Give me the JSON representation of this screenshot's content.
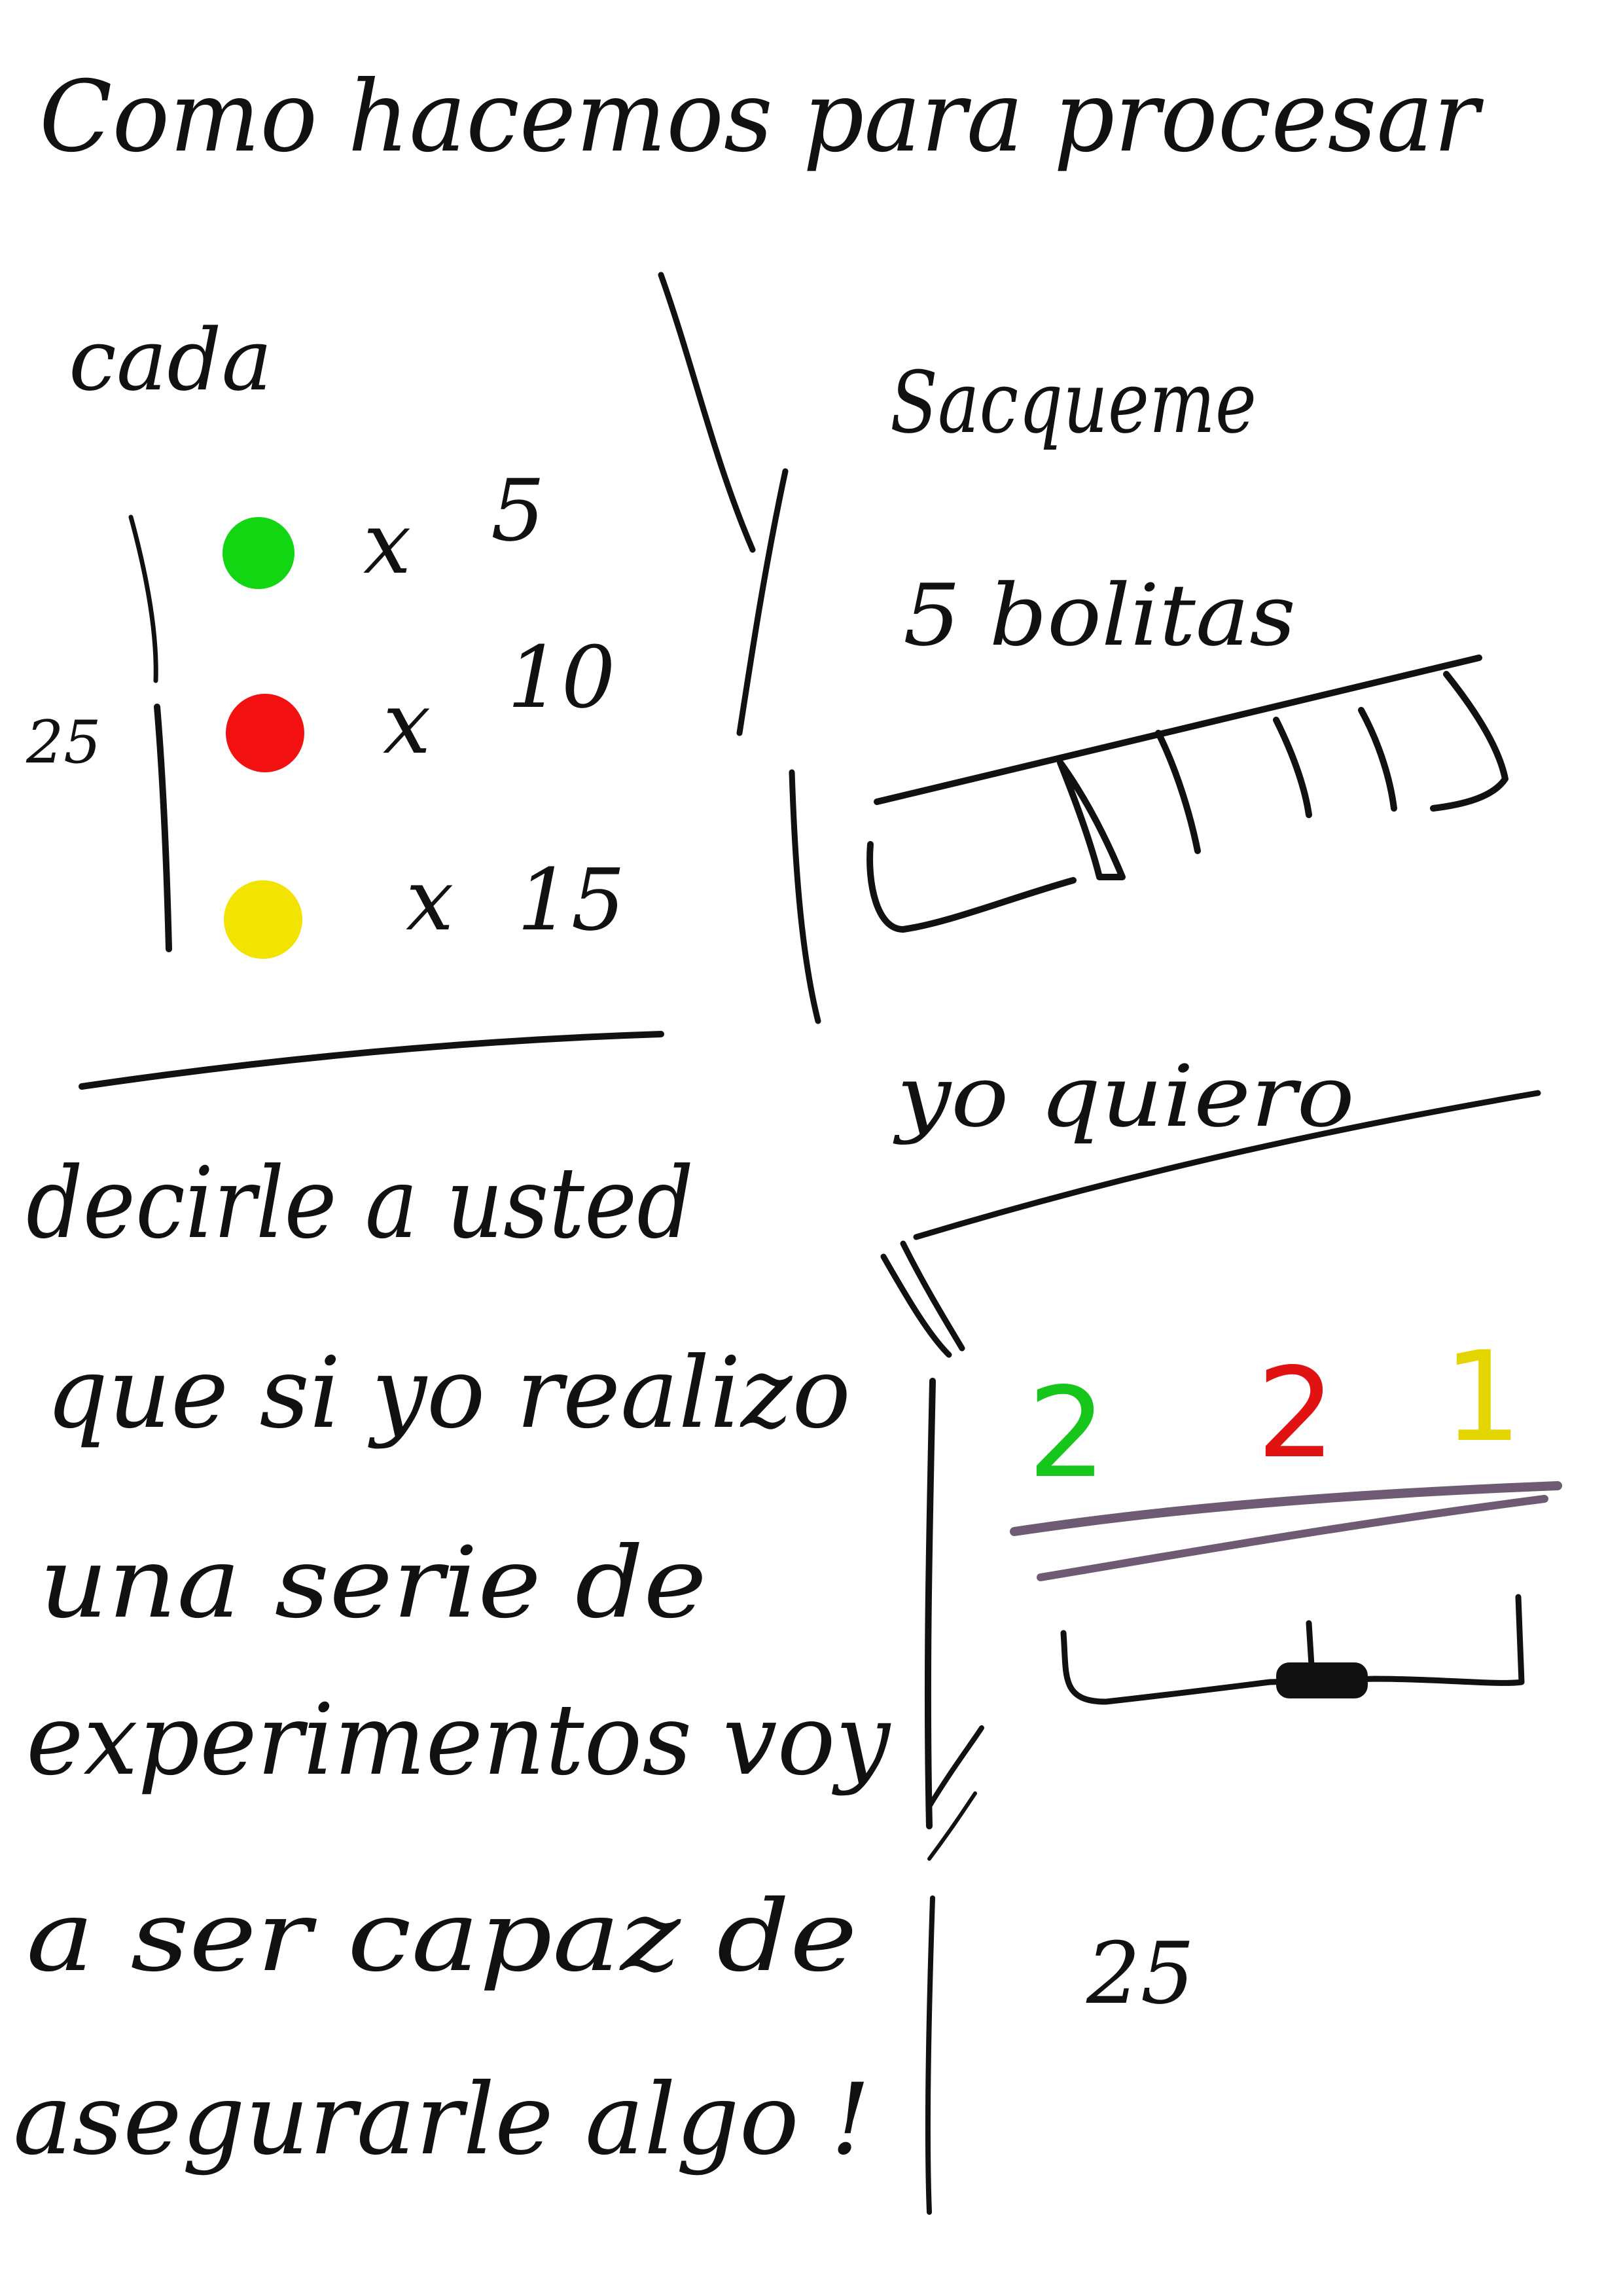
{
  "title": "Como hacemos para procesar",
  "left_panel": {
    "heading": "cada",
    "side_label": "25",
    "balls": [
      {
        "color_name": "green",
        "color": "#12d612",
        "mult": "x",
        "count": "5"
      },
      {
        "color_name": "red",
        "color": "#f21010",
        "mult": "x",
        "count": "10"
      },
      {
        "color_name": "yellow",
        "color": "#f2e300",
        "mult": "x",
        "count": "15"
      }
    ]
  },
  "right_panel": {
    "line1": "Sacqueme",
    "line2": "5 bolitas",
    "answer_heading": "yo quiero",
    "answer": [
      {
        "value": "2",
        "color": "#17c61a"
      },
      {
        "value": "2",
        "color": "#e01212"
      },
      {
        "value": "1",
        "color": "#e4d400"
      }
    ],
    "underline_color": "#6e5a72",
    "total": "25"
  },
  "message": [
    "decirle a usted",
    "que si yo realizo",
    "una serie de",
    "experimentos voy",
    "a ser capaz de",
    "asegurarle algo !"
  ]
}
